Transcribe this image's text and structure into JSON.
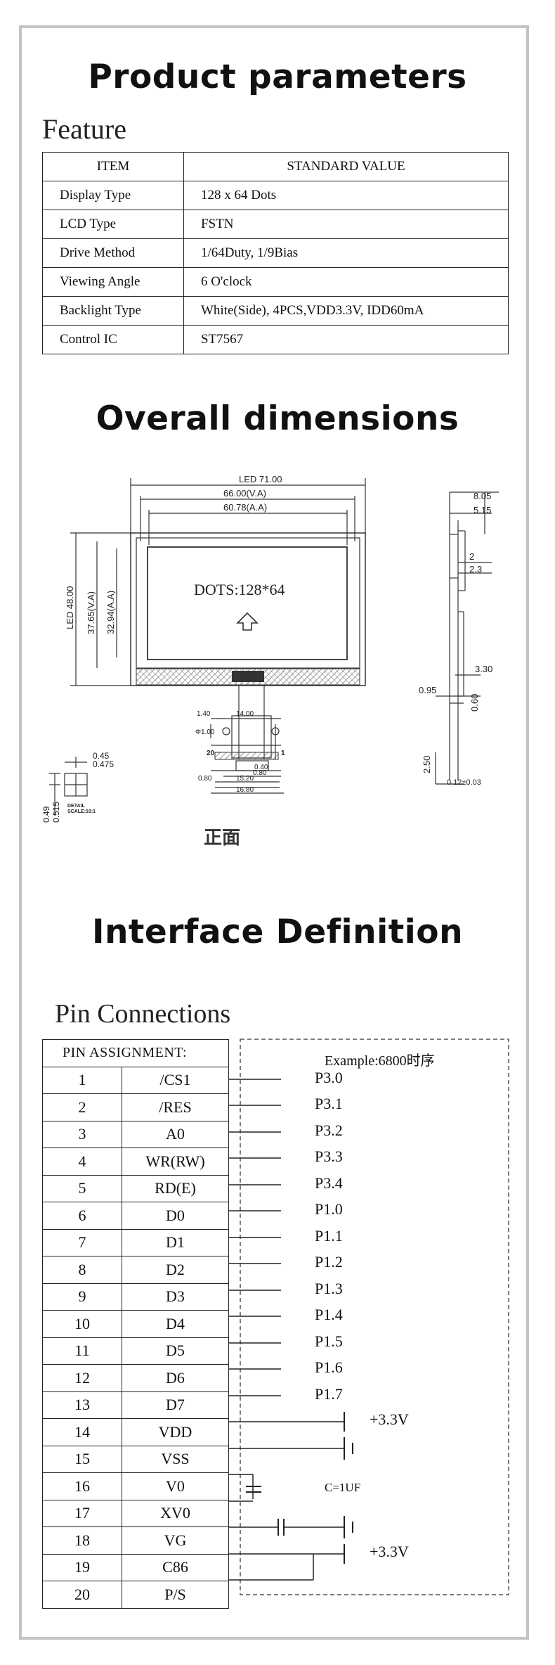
{
  "sections": {
    "product_parameters": "Product parameters",
    "feature": "Feature",
    "overall_dimensions": "Overall dimensions",
    "interface_definition": "Interface Definition",
    "pin_connections": "Pin Connections"
  },
  "feature_table": {
    "headers": [
      "ITEM",
      "STANDARD VALUE"
    ],
    "rows": [
      [
        "Display Type",
        "128 x 64 Dots"
      ],
      [
        "LCD Type",
        "FSTN"
      ],
      [
        "Drive Method",
        "1/64Duty, 1/9Bias"
      ],
      [
        "Viewing Angle",
        "6 O'clock"
      ],
      [
        "Backlight Type",
        "White(Side), 4PCS,VDD3.3V, IDD60mA"
      ],
      [
        "Control IC",
        "ST7567"
      ]
    ]
  },
  "drawing": {
    "led_width": "LED 71.00",
    "va_width": "66.00(V.A)",
    "aa_width": "60.78(A.A)",
    "led_height": "LED 48.00",
    "va_height": "37.65(V.A)",
    "aa_height": "32.94(A.A)",
    "dots": "DOTS:128*64",
    "side_805": "8.05",
    "side_515": "5.15",
    "side_2": "2",
    "side_23": "2.3",
    "side_330": "3.30",
    "side_095": "0.95",
    "side_060": "0.60",
    "side_250": "2.50",
    "side_012": "0.12±0.03",
    "fpc_140": "1.40",
    "fpc_1400": "14.00",
    "fpc_phi": "Φ1.00",
    "fpc_20": "20",
    "fpc_1": "1",
    "fpc_040": "0.40",
    "fpc_080a": "0.80",
    "fpc_080b": "0.80",
    "fpc_1520": "15.20",
    "fpc_1680": "16.80",
    "det_045": "0.45",
    "det_0475": "0.475",
    "det_049": "0.49",
    "det_0515": "0.515",
    "det_detail": "DETAIL",
    "det_scale": "SCALE:10:1",
    "front_label": "正面"
  },
  "pins": {
    "header": "PIN ASSIGNMENT:",
    "example": "Example:6800时序",
    "rows": [
      {
        "num": "1",
        "name": "/CS1",
        "conn": "P3.0"
      },
      {
        "num": "2",
        "name": "/RES",
        "conn": "P3.1"
      },
      {
        "num": "3",
        "name": "A0",
        "conn": "P3.2"
      },
      {
        "num": "4",
        "name": "WR(RW)",
        "conn": "P3.3"
      },
      {
        "num": "5",
        "name": "RD(E)",
        "conn": "P3.4"
      },
      {
        "num": "6",
        "name": "D0",
        "conn": "P1.0"
      },
      {
        "num": "7",
        "name": "D1",
        "conn": "P1.1"
      },
      {
        "num": "8",
        "name": "D2",
        "conn": "P1.2"
      },
      {
        "num": "9",
        "name": "D3",
        "conn": "P1.3"
      },
      {
        "num": "10",
        "name": "D4",
        "conn": "P1.4"
      },
      {
        "num": "11",
        "name": "D5",
        "conn": "P1.5"
      },
      {
        "num": "12",
        "name": "D6",
        "conn": "P1.6"
      },
      {
        "num": "13",
        "name": "D7",
        "conn": "P1.7"
      },
      {
        "num": "14",
        "name": "VDD",
        "conn": ""
      },
      {
        "num": "15",
        "name": "VSS",
        "conn": ""
      },
      {
        "num": "16",
        "name": "V0",
        "conn": ""
      },
      {
        "num": "17",
        "name": "XV0",
        "conn": ""
      },
      {
        "num": "18",
        "name": "VG",
        "conn": ""
      },
      {
        "num": "19",
        "name": "C86",
        "conn": ""
      },
      {
        "num": "20",
        "name": "P/S",
        "conn": ""
      }
    ],
    "vdd_label": "+3.3V",
    "cap_label": "C=1UF",
    "c86_label": "+3.3V"
  }
}
